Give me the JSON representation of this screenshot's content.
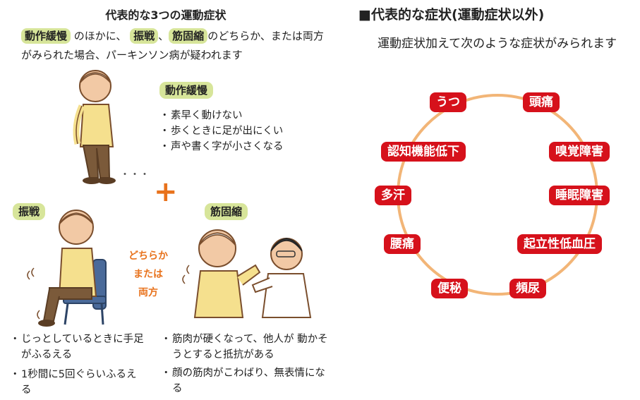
{
  "left": {
    "title": "代表的な3つの運動症状",
    "intro": {
      "akinesia": "動作緩慢",
      "text_1": "のほかに、",
      "tremor": "振戦",
      "sep": "、",
      "rigidity": "筋固縮",
      "text_2": "のどちらか、または両方がみられた場合、パーキンソン病が疑われます"
    },
    "akinesia": {
      "label": "動作緩慢",
      "items": [
        "素早く動けない",
        "歩くときに足が出にくい",
        "声や書く字が小さくなる"
      ]
    },
    "plus": "+",
    "either": [
      "どちらか",
      "または",
      "両方"
    ],
    "tremor": {
      "label": "振戦",
      "items": [
        "じっとしているときに手足がふるえる",
        "1秒間に5回ぐらいふるえる"
      ]
    },
    "rigidity": {
      "label": "筋固縮",
      "items": [
        "筋肉が硬くなって、他人が 動かそうとすると抵抗がある",
        "顔の筋肉がこわばり、無表情になる"
      ]
    }
  },
  "right": {
    "title": "■代表的な症状(運動症状以外)",
    "subtitle": "運動症状加えて次のような症状がみられます",
    "symptoms": [
      "うつ",
      "頭痛",
      "嗅覚障害",
      "睡眠障害",
      "起立性低血圧",
      "頻尿",
      "便秘",
      "腰痛",
      "多汗",
      "認知機能低下"
    ]
  },
  "colors": {
    "accent_green": "#d7e59a",
    "symptom_red": "#d6111b",
    "ring": "#f2b577",
    "plus_orange": "#e8721c"
  }
}
